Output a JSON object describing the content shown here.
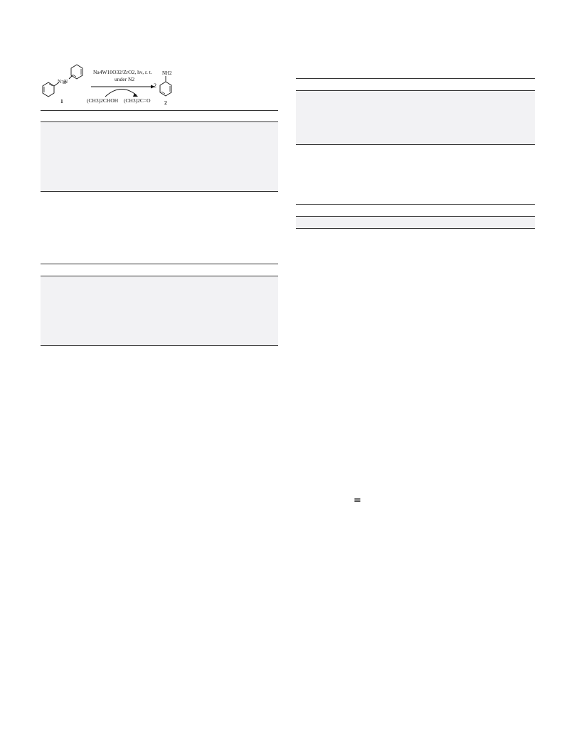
{
  "scheme": {
    "catalyst_line1": "Na4W10O32/ZrO2, hν, r. t.",
    "catalyst_line2": "under N2",
    "reagent_left": "(CH3)2CHOH",
    "reagent_right": "(CH3)2C=O",
    "amine_label": "NH2",
    "azo_label": "N=N",
    "coefficient": "2",
    "compound_1": "1",
    "compound_2": "2"
  },
  "equation_sign": "="
}
